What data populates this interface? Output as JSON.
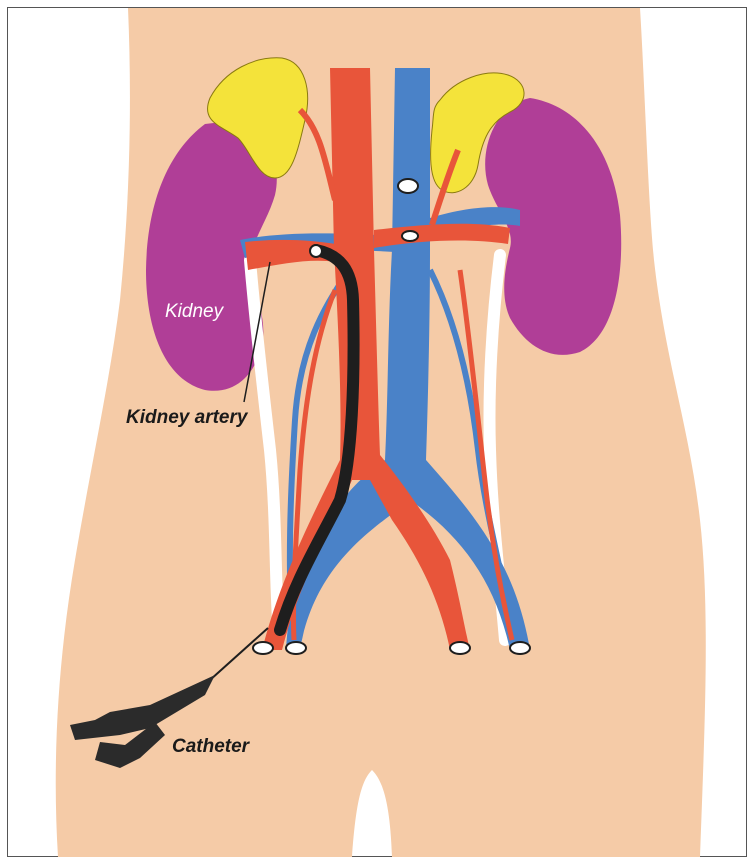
{
  "labels": {
    "kidney": "Kidney",
    "kidney_artery": "Kidney artery",
    "catheter": "Catheter"
  },
  "colors": {
    "skin": "#f5cba7",
    "kidney": "#b03e97",
    "adrenal": "#f4e33a",
    "artery": "#e8553a",
    "vein": "#4a82c8",
    "catheter": "#1e1e1e",
    "ureter": "#ffffff"
  },
  "icons": [
    "catheter-handle-icon"
  ]
}
